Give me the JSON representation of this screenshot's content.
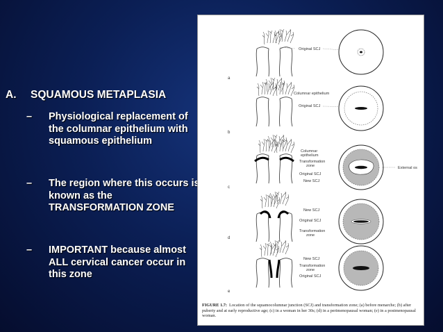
{
  "slide": {
    "heading_letter": "A.",
    "heading": "SQUAMOUS METAPLASIA",
    "bullets": [
      {
        "dash": "–",
        "text": "Physiological replacement of the columnar epithelium with squamous epithelium"
      },
      {
        "dash": "–",
        "text": "The region where this occurs is known as the TRANSFORMATION ZONE"
      },
      {
        "dash": "–",
        "text": "IMPORTANT because almost ALL cervical cancer occur in this zone"
      }
    ]
  },
  "figure": {
    "panel_letters": [
      "a",
      "b",
      "c",
      "d",
      "e"
    ],
    "labels": {
      "original_scj": "Original SCJ",
      "columnar_epithelium": "Columnar epithelium",
      "columnar_line1": "Columnar",
      "columnar_line2": "epithelium",
      "tz_line1": "Transformation",
      "tz_line2": "zone",
      "new_scj": "New SCJ",
      "external_os": "External os"
    },
    "caption_label": "FIGURE 1.7:",
    "caption": "Location of the squamocolumnar junction (SCJ) and transformation zone; (a) before menarche; (b) after puberty and at early reproductive age; (c) in a woman in her 30s; (d) in a perimenopausal woman; (e) in a postmenopausal woman."
  }
}
